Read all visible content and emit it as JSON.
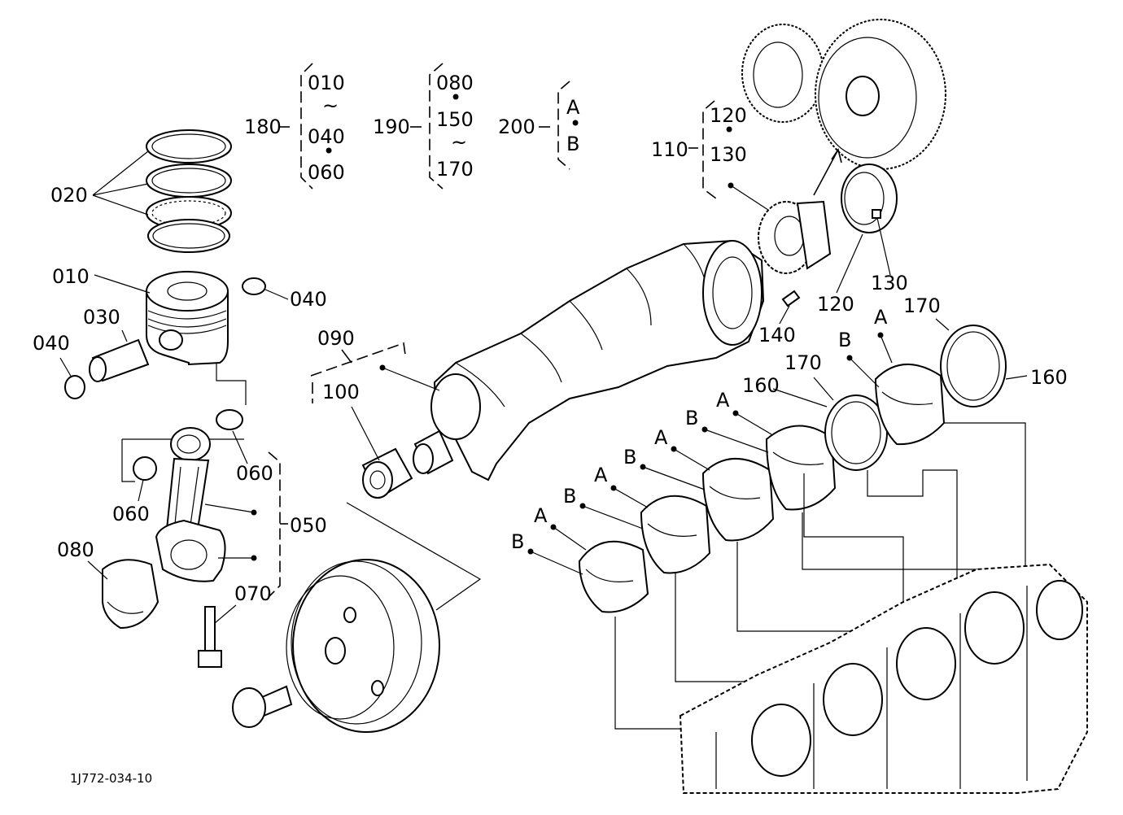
{
  "diagram": {
    "drawing_id": "1J772-034-10",
    "callouts": {
      "p010": "010",
      "p020": "020",
      "p030": "030",
      "p040_right": "040",
      "p040_left": "040",
      "p050": "050",
      "p060_right": "060",
      "p060_left": "060",
      "p070": "070",
      "p080": "080",
      "p090": "090",
      "p100": "100",
      "p110": "110",
      "p120_lower": "120",
      "p130_lower": "130",
      "p140": "140",
      "p160_mid": "160",
      "p160_right": "160",
      "p170_mid": "170",
      "p170_right": "170"
    },
    "groups": {
      "g180": {
        "label": "180",
        "items": [
          "010",
          "~",
          "040",
          "•",
          "060"
        ]
      },
      "g190": {
        "label": "190",
        "items": [
          "080",
          "•",
          "150",
          "~",
          "170"
        ]
      },
      "g200": {
        "label": "200",
        "items": [
          "A",
          "•",
          "B"
        ]
      },
      "g110": {
        "items": [
          "120",
          "•",
          "130"
        ]
      }
    },
    "bearing_marks": {
      "b1_A": "A",
      "b1_B": "B",
      "b2_A": "A",
      "b2_B": "B",
      "b3_A": "A",
      "b3_B": "B",
      "b4_A": "A",
      "b4_B": "B",
      "b5_A": "A",
      "b5_B": "B"
    }
  }
}
